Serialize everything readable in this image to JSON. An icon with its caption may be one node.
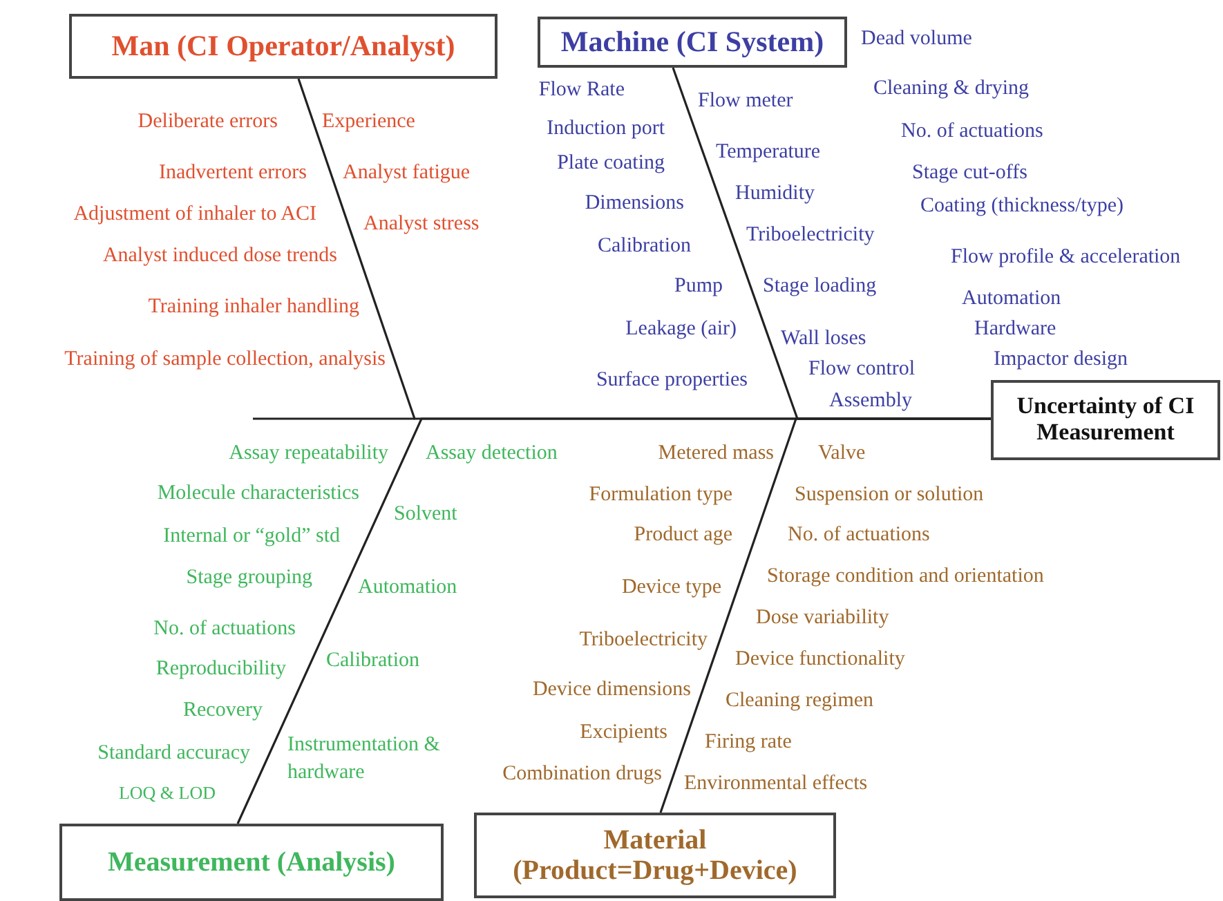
{
  "diagram": {
    "nodes": [
      {
        "text": [
          "Man (CI Operator/Analyst)"
        ]
      },
      {
        "text": [
          "Machine (CI System)"
        ]
      },
      {
        "text": [
          "Measurement (Analysis)"
        ]
      },
      {
        "text": [
          "Material (Product=Drug+Device)"
        ]
      },
      {
        "text": [
          "Uncertainty of CI Measurement"
        ]
      }
    ],
    "edges": [
      {
        "from": 0,
        "to": 4,
        "arrow": "none"
      },
      {
        "from": 1,
        "to": 4,
        "arrow": "none"
      },
      {
        "from": 2,
        "to": 4,
        "arrow": "none"
      },
      {
        "from": 3,
        "to": 4,
        "arrow": "none"
      }
    ],
    "labels": [
      "Deliberate errors",
      "Experience",
      "Inadvertent errors",
      "Analyst fatigue",
      "Adjustment of inhaler to ACI",
      "Analyst stress",
      "Analyst induced dose trends",
      "Training inhaler handling",
      "Training of sample collection, analysis",
      "Dead volume",
      "Flow Rate",
      "Flow meter",
      "Cleaning & drying",
      "Induction port",
      "No. of actuations",
      "Plate coating",
      "Temperature",
      "Humidity",
      "Stage cut-offs",
      "Dimensions",
      "Coating (thickness/type)",
      "Triboelectricity",
      "Calibration",
      "Flow profile & acceleration",
      "Pump",
      "Stage loading",
      "Automation",
      "Leakage (air)",
      "Hardware",
      "Wall loses",
      "Flow control",
      "Impactor design",
      "Surface properties",
      "Assembly",
      "Assay repeatability",
      "Assay detection",
      "Molecule characteristics",
      "Solvent",
      "Internal or “gold” std",
      "Stage grouping",
      "Automation",
      "No. of actuations",
      "Reproducibility",
      "Calibration",
      "Recovery",
      "Standard accuracy",
      "Instrumentation & hardware",
      "LOQ & LOD",
      "Metered mass",
      "Valve",
      "Formulation type",
      "Suspension or solution",
      "Product age",
      "No. of actuations",
      "Device type",
      "Storage condition and orientation",
      "Dose variability",
      "Triboelectricity",
      "Device functionality",
      "Device dimensions",
      "Cleaning regimen",
      "Excipients",
      "Firing rate",
      "Combination drugs",
      "Environmental effects"
    ]
  }
}
